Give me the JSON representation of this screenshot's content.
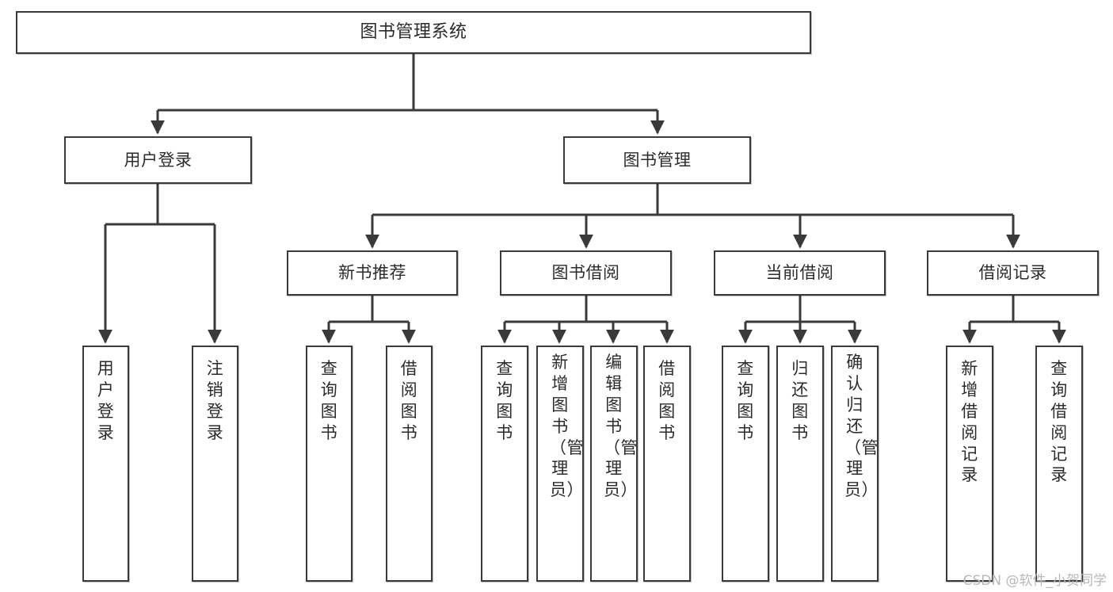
{
  "diagram": {
    "title": "图书管理系统",
    "type": "tree-hierarchy-chart",
    "watermark": "CSDN @软件_小贺同学",
    "colors": {
      "box_border": "#3a3a3a",
      "box_fill": "#ffffff",
      "text": "#2b2b2b",
      "connector": "#3a3a3a",
      "watermark": "#b8b8b8"
    },
    "root": {
      "label": "图书管理系统"
    },
    "level2": [
      {
        "label": "用户登录"
      },
      {
        "label": "图书管理"
      }
    ],
    "level3": [
      {
        "label": "新书推荐"
      },
      {
        "label": "图书借阅"
      },
      {
        "label": "当前借阅"
      },
      {
        "label": "借阅记录"
      }
    ],
    "leaves": {
      "user_login": [
        {
          "label": "用户登录"
        },
        {
          "label": "注销登录"
        }
      ],
      "new_book": [
        {
          "label": "查询图书"
        },
        {
          "label": "借阅图书"
        }
      ],
      "book_borrow": [
        {
          "label": "查询图书"
        },
        {
          "label": "新增图书（管理员）"
        },
        {
          "label": "编辑图书（管理员）"
        },
        {
          "label": "借阅图书"
        }
      ],
      "current_borrow": [
        {
          "label": "查询图书"
        },
        {
          "label": "归还图书"
        },
        {
          "label": "确认归还（管理员）"
        }
      ],
      "borrow_record": [
        {
          "label": "新增借阅记录"
        },
        {
          "label": "查询借阅记录"
        }
      ]
    }
  }
}
